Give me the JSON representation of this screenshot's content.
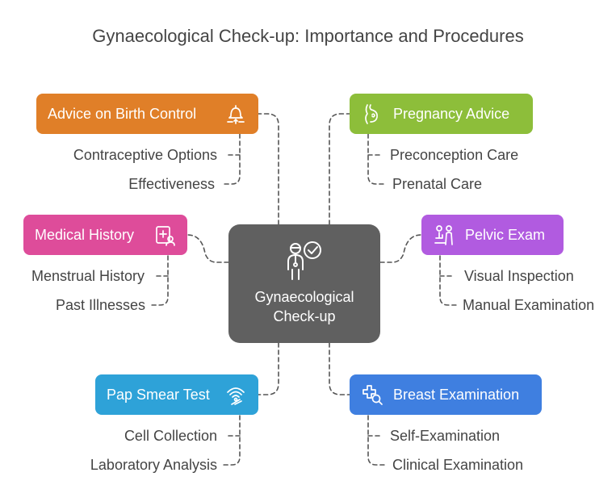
{
  "title": "Gynaecological Check-up: Importance and Procedures",
  "center": {
    "label_line1": "Gynaecological",
    "label_line2": "Check-up",
    "color": "#606060",
    "icon": "doctor-check-icon"
  },
  "topics": {
    "birth_control": {
      "label": "Advice on Birth Control",
      "color": "#E07F28",
      "icon": "bell-icon",
      "items": [
        "Contraceptive Options",
        "Effectiveness"
      ]
    },
    "pregnancy": {
      "label": "Pregnancy Advice",
      "color": "#8DBE3A",
      "icon": "pregnancy-icon",
      "items": [
        "Preconception Care",
        "Prenatal Care"
      ]
    },
    "medical_history": {
      "label": "Medical History",
      "color": "#DE4C9A",
      "icon": "medical-record-icon",
      "items": [
        "Menstrual History",
        "Past Illnesses"
      ]
    },
    "pelvic_exam": {
      "label": "Pelvic Exam",
      "color": "#B15BE0",
      "icon": "patient-exam-icon",
      "items": [
        "Visual Inspection",
        "Manual Examination"
      ]
    },
    "pap_smear": {
      "label": "Pap Smear Test",
      "color": "#2EA2D8",
      "icon": "swab-icon",
      "items": [
        "Cell Collection",
        "Laboratory Analysis"
      ]
    },
    "breast_exam": {
      "label": "Breast Examination",
      "color": "#3F7FE0",
      "icon": "search-health-icon",
      "items": [
        "Self-Examination",
        "Clinical Examination"
      ]
    }
  }
}
